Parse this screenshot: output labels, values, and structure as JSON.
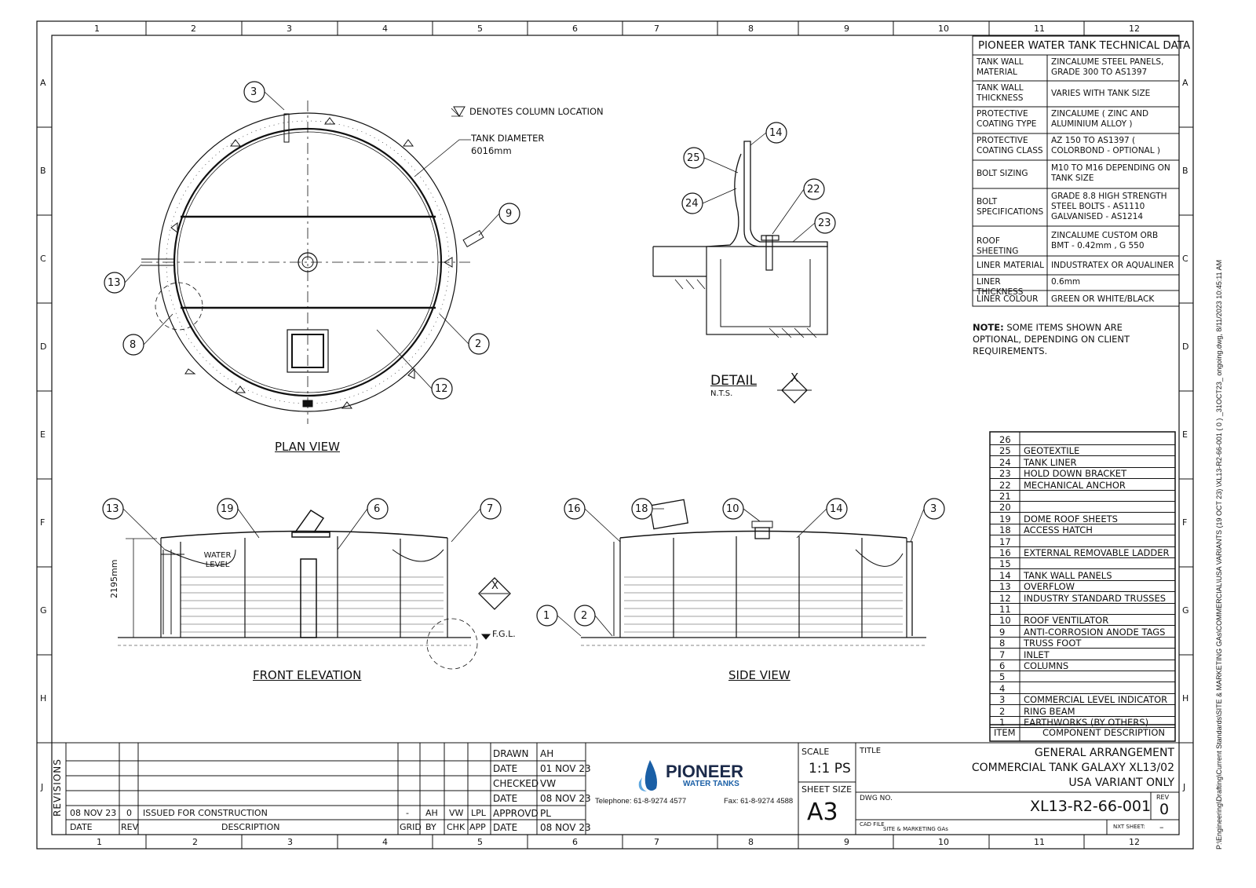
{
  "grid": {
    "columns": [
      "1",
      "2",
      "3",
      "4",
      "5",
      "6",
      "7",
      "8",
      "9",
      "10",
      "11",
      "12"
    ],
    "rows": [
      "A",
      "B",
      "C",
      "D",
      "E",
      "F",
      "G",
      "H",
      "J"
    ]
  },
  "tech_data": {
    "title": "PIONEER WATER TANK TECHNICAL DATA",
    "rows": [
      {
        "label": "TANK WALL MATERIAL",
        "value": "ZINCALUME STEEL PANELS, GRADE 300 TO AS1397"
      },
      {
        "label": "TANK WALL THICKNESS",
        "value": "VARIES WITH TANK SIZE"
      },
      {
        "label": "PROTECTIVE COATING TYPE",
        "value": "ZINCALUME ( ZINC AND ALUMINIUM ALLOY )"
      },
      {
        "label": "PROTECTIVE COATING CLASS",
        "value": "AZ 150 TO AS1397 ( COLORBOND - OPTIONAL )"
      },
      {
        "label": "BOLT SIZING",
        "value": "M10 TO M16 DEPENDING ON TANK SIZE"
      },
      {
        "label": "BOLT SPECIFICATIONS",
        "value": "GRADE 8.8 HIGH STRENGTH STEEL BOLTS - AS1110 GALVANISED - AS1214"
      },
      {
        "label": "ROOF SHEETING",
        "value": "ZINCALUME CUSTOM ORB BMT - 0.42mm , G 550"
      },
      {
        "label": "LINER MATERIAL",
        "value": "INDUSTRATEX OR AQUALINER"
      },
      {
        "label": "LINER THICKNESS",
        "value": "0.6mm"
      },
      {
        "label": "LINER COLOUR",
        "value": "GREEN OR WHITE/BLACK"
      }
    ],
    "note_label": "NOTE:",
    "note_text": "SOME ITEMS SHOWN ARE OPTIONAL, DEPENDING ON CLIENT REQUIREMENTS."
  },
  "bom": {
    "items": [
      {
        "no": "26",
        "desc": ""
      },
      {
        "no": "25",
        "desc": "GEOTEXTILE"
      },
      {
        "no": "24",
        "desc": "TANK LINER"
      },
      {
        "no": "23",
        "desc": "HOLD DOWN BRACKET"
      },
      {
        "no": "22",
        "desc": "MECHANICAL ANCHOR"
      },
      {
        "no": "21",
        "desc": ""
      },
      {
        "no": "20",
        "desc": ""
      },
      {
        "no": "19",
        "desc": "DOME ROOF SHEETS"
      },
      {
        "no": "18",
        "desc": "ACCESS HATCH"
      },
      {
        "no": "17",
        "desc": ""
      },
      {
        "no": "16",
        "desc": "EXTERNAL REMOVABLE LADDER"
      },
      {
        "no": "15",
        "desc": ""
      },
      {
        "no": "14",
        "desc": "TANK WALL PANELS"
      },
      {
        "no": "13",
        "desc": "OVERFLOW"
      },
      {
        "no": "12",
        "desc": "INDUSTRY STANDARD TRUSSES"
      },
      {
        "no": "11",
        "desc": ""
      },
      {
        "no": "10",
        "desc": "ROOF VENTILATOR"
      },
      {
        "no": "9",
        "desc": "ANTI-CORROSION ANODE TAGS"
      },
      {
        "no": "8",
        "desc": "TRUSS FOOT"
      },
      {
        "no": "7",
        "desc": "INLET"
      },
      {
        "no": "6",
        "desc": "COLUMNS"
      },
      {
        "no": "5",
        "desc": ""
      },
      {
        "no": "4",
        "desc": ""
      },
      {
        "no": "3",
        "desc": "COMMERCIAL LEVEL INDICATOR"
      },
      {
        "no": "2",
        "desc": "RING BEAM"
      },
      {
        "no": "1",
        "desc": "EARTHWORKS (BY OTHERS)"
      }
    ],
    "header_item": "ITEM",
    "header_desc": "COMPONENT DESCRIPTION"
  },
  "views": {
    "plan_title": "PLAN VIEW",
    "front_title": "FRONT ELEVATION",
    "side_title": "SIDE VIEW",
    "detail_title": "DETAIL",
    "detail_nts": "N.T.S.",
    "detail_mark": "X",
    "column_note": "DENOTES COLUMN LOCATION",
    "diameter_label": "TANK DIAMETER",
    "diameter_value": "6016mm",
    "height_value": "2195mm",
    "water_level": "WATER LEVEL",
    "fgl": "F.G.L."
  },
  "title_block": {
    "revisions_label": "REVISIONS",
    "rev_row": {
      "date": "08 NOV 23",
      "rev": "0",
      "desc": "ISSUED FOR CONSTRUCTION",
      "grid": "-",
      "by": "AH",
      "chk": "VW",
      "app": "LPL"
    },
    "rev_headers": {
      "date": "DATE",
      "rev": "REV",
      "desc": "DESCRIPTION",
      "grid": "GRID",
      "by": "BY",
      "chk": "CHK",
      "app": "APP"
    },
    "drawn_label": "DRAWN",
    "drawn": "AH",
    "date1_label": "DATE",
    "date1": "01 NOV 23",
    "checked_label": "CHECKED",
    "checked": "VW",
    "date2_label": "DATE",
    "date2": "08 NOV 23",
    "approvd_label": "APPROVD",
    "approvd": "PL",
    "date3_label": "DATE",
    "date3": "08 NOV 23",
    "logo_name": "PIONEER",
    "logo_sub": "WATER TANKS",
    "telephone": "Telephone: 61-8-9274 4577",
    "fax": "Fax: 61-8-9274 4588",
    "scale_label": "SCALE",
    "scale": "1:1 PS",
    "sheet_size_label": "SHEET SIZE",
    "sheet_size": "A3",
    "title_label": "TITLE",
    "title_1": "GENERAL ARRANGEMENT",
    "title_2": "COMMERCIAL TANK GALAXY XL13/02",
    "title_3": "USA VARIANT ONLY",
    "dwg_label": "DWG NO.",
    "dwg_no": "XL13-R2-66-001",
    "rev_label": "REV",
    "rev_no": "0",
    "cad_label": "CAD FILE",
    "cad_file": "SITE & MARKETING GAs",
    "nxt_label": "NXT SHEET:",
    "nxt": "–"
  },
  "file_path": "P:\\Engineering\\Drafting\\Current Standards\\SITE & MARKETING GAs\\COMMERCIAL\\USA VARIANTS  (19 OCT 23)  \\XL13-R2-66-001 ( 0 )  _31OCT23_ ongoing.dwg, 8/11/2023 10:45:11 AM",
  "callouts": [
    "3",
    "9",
    "13",
    "8",
    "2",
    "12",
    "14",
    "25",
    "24",
    "22",
    "23",
    "13",
    "19",
    "6",
    "7",
    "16",
    "18",
    "10",
    "14",
    "3",
    "1",
    "2"
  ],
  "colors": {
    "line": "#111111",
    "logo_blue": "#1a5fa6",
    "logo_dark": "#1b2a4a"
  }
}
